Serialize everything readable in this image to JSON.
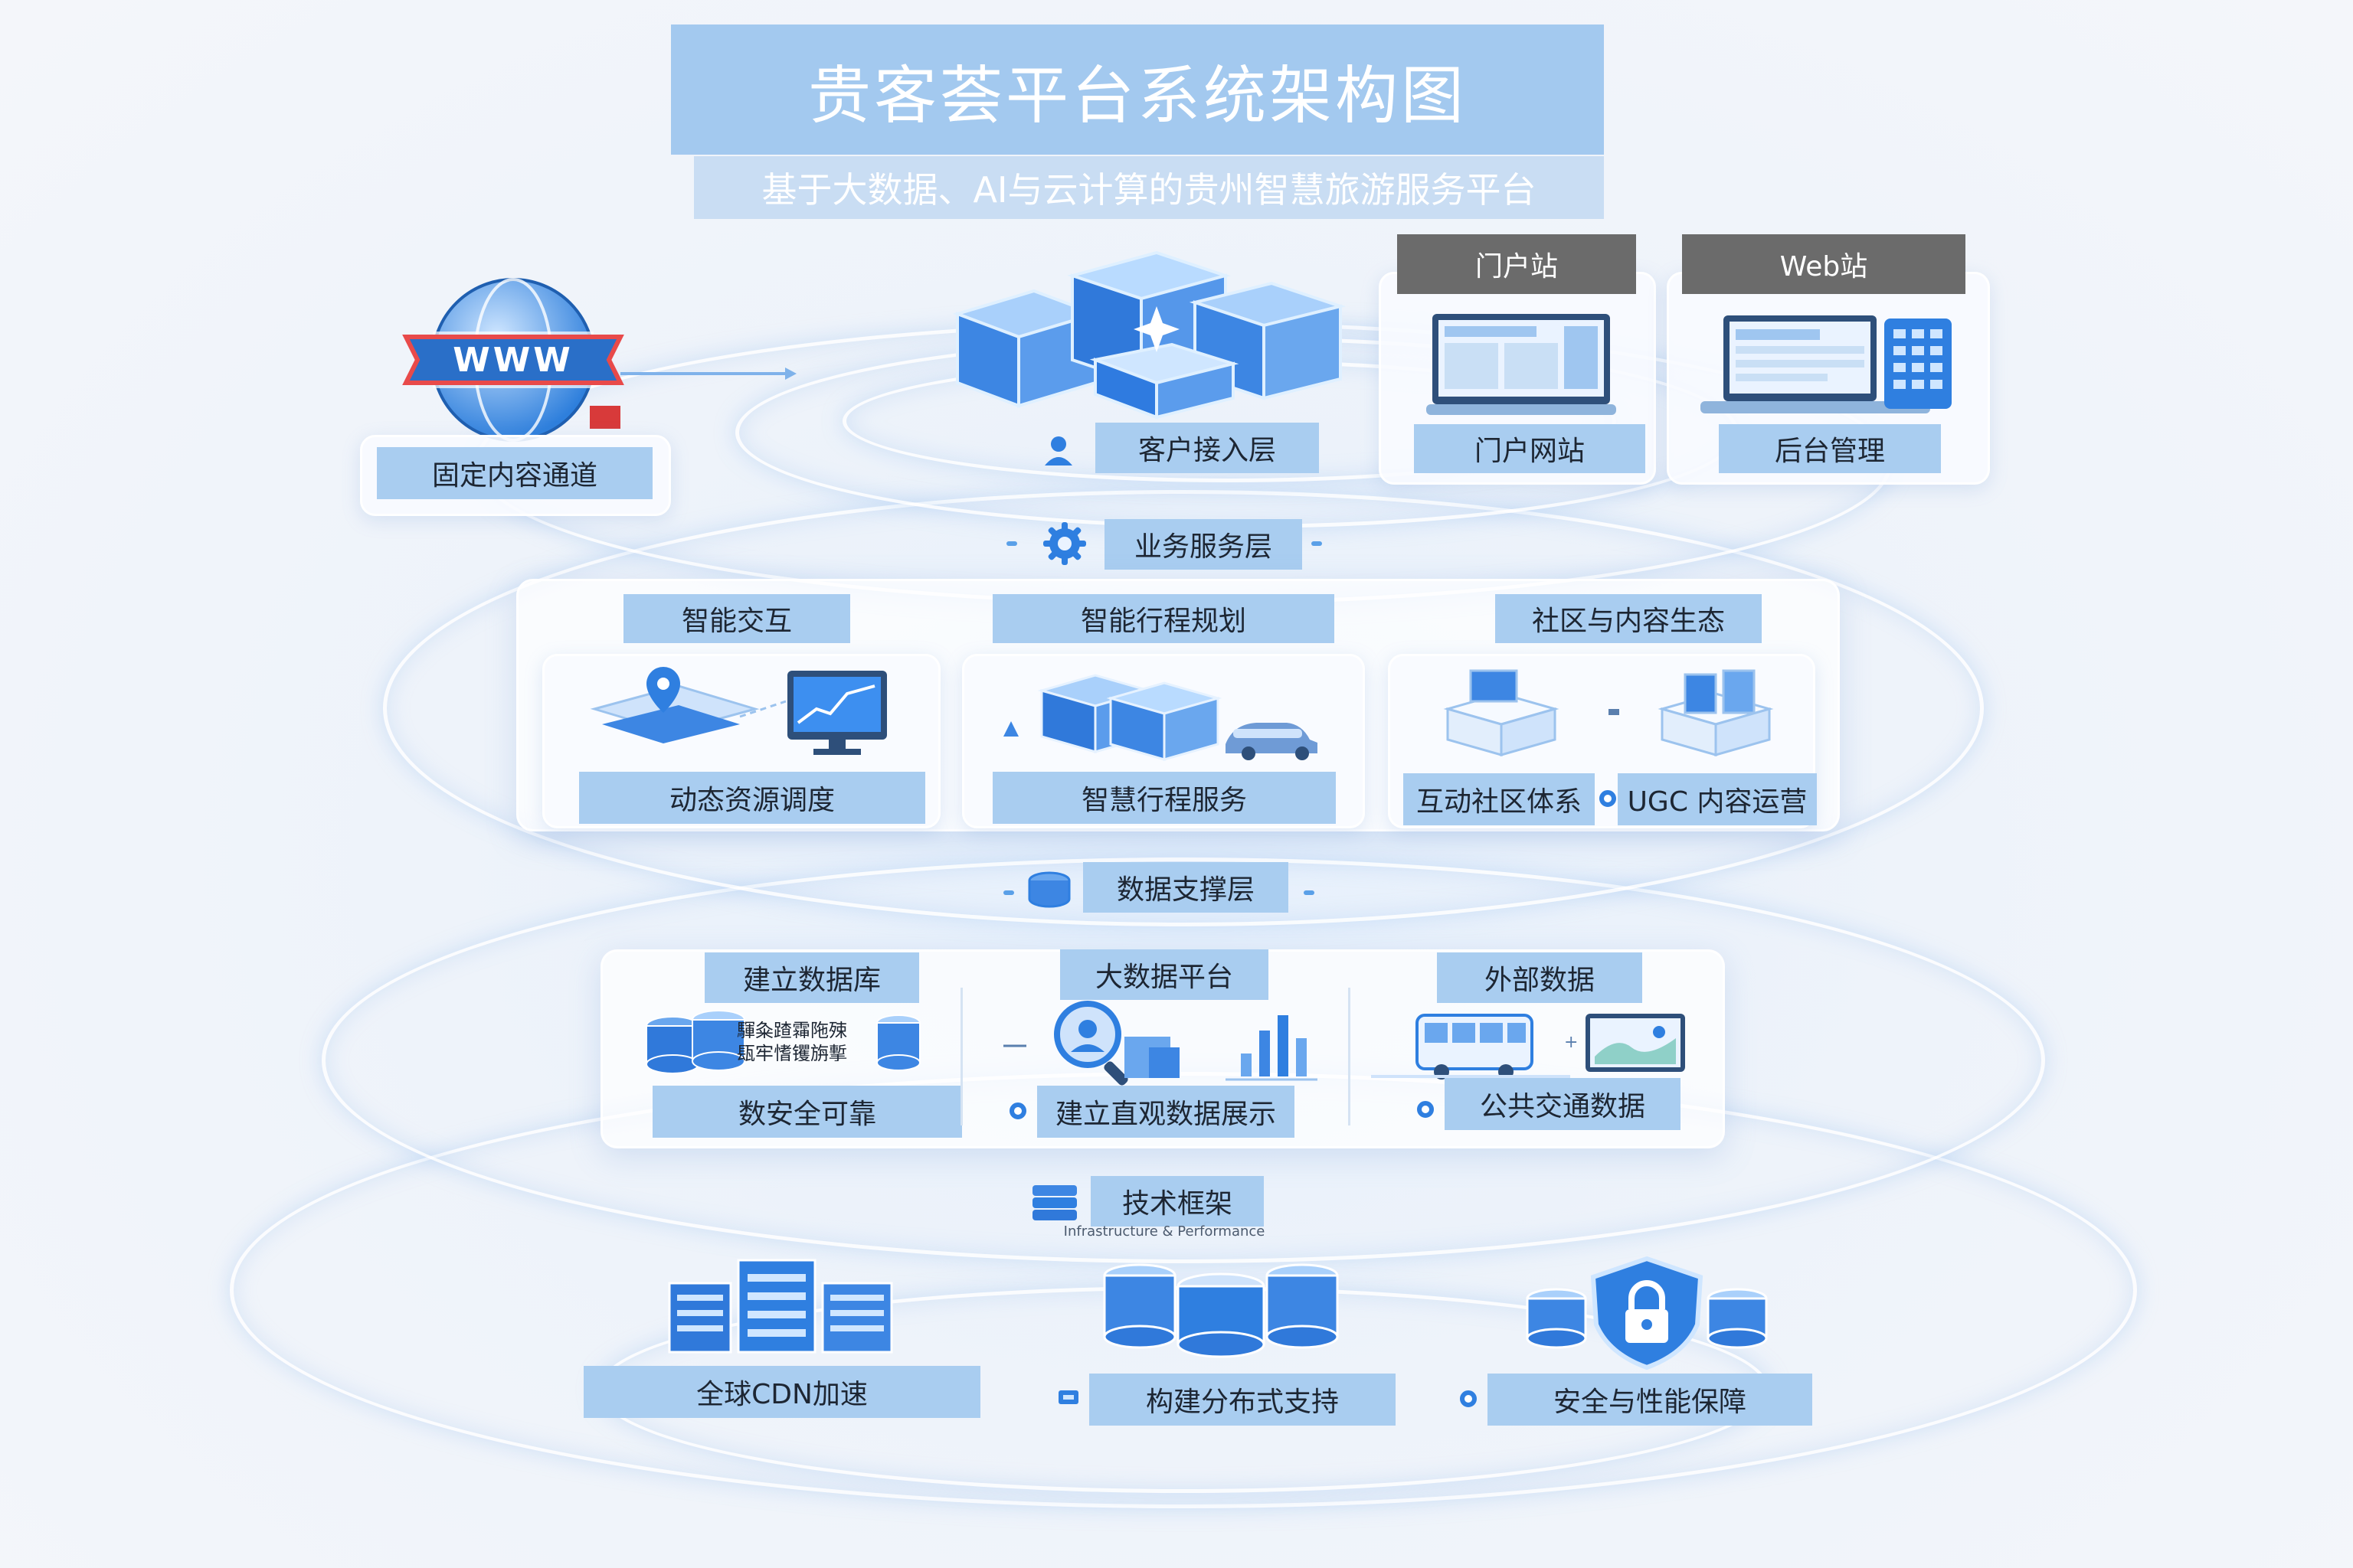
{
  "title": "贵客荟平台系统架构图",
  "subtitle": "基于大数据、AI与云计算的贵州智慧旅游服务平台",
  "top": {
    "globe_text": "WWW",
    "fixed_channel": "固定内容通道",
    "client_access": "客户接入层",
    "portal_site_header": "门户站",
    "portal_site_label": "门户网站",
    "web_site_header": "Web站",
    "web_site_label": "后台管理"
  },
  "business_layer": {
    "title": "业务服务层",
    "columns": [
      {
        "header": "智能交互",
        "items": [
          "动态资源调度"
        ]
      },
      {
        "header": "智能行程规划",
        "items": [
          "智慧行程服务"
        ]
      },
      {
        "header": "社区与内容生态",
        "items": [
          "互动社区体系",
          "UGC 内容运营"
        ]
      }
    ]
  },
  "data_layer": {
    "title": "数据支撑层",
    "columns": [
      {
        "header": "建立数据库",
        "item": "数安全可靠",
        "glyph_rows": [
          "䮝粂蹅䨩陁殐",
          "瓺牢愭䦆旃㨻"
        ]
      },
      {
        "header": "大数据平台",
        "item": "建立直观数据展示"
      },
      {
        "header": "外部数据",
        "item": "公共交通数据"
      }
    ]
  },
  "tech_layer": {
    "title": "技术框架",
    "caption": "Infrastructure & Performance",
    "items": [
      "全球CDN加速",
      "构建分布式支持",
      "安全与性能保障"
    ]
  },
  "colors": {
    "label_bg": "#a9cdf0",
    "header_dark": "#6b6b6b",
    "accent_blue": "#2f7fe0",
    "title_bg": "#a9cdf0",
    "subtitle_bg": "#d4e4f5"
  }
}
